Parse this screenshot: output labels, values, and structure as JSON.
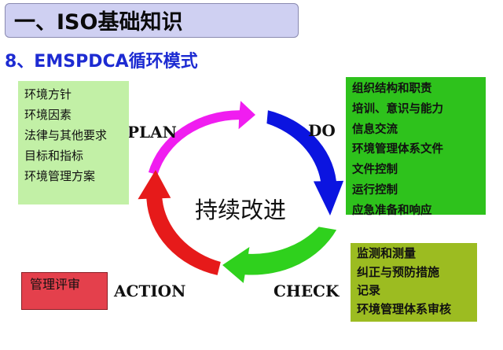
{
  "title": "一、ISO基础知识",
  "subtitle": "8、EMSPDCA循环模式",
  "center_text": "持续改进",
  "phases": {
    "plan": "PLAN",
    "do": "DO",
    "check": "CHECK",
    "action": "ACTION"
  },
  "plan_items": [
    "环境方针",
    "环境因素",
    "法律与其他要求",
    "目标和指标",
    "环境管理方案"
  ],
  "do_items": [
    "组织结构和职责",
    "培训、意识与能力",
    "信息交流",
    "环境管理体系文件",
    "文件控制",
    "运行控制",
    "应急准备和响应"
  ],
  "check_items": [
    "监测和测量",
    "纠正与预防措施",
    "记录",
    "环境管理体系审核"
  ],
  "action_items": [
    "管理评审"
  ],
  "colors": {
    "plan_arrow": "#f01df0",
    "do_arrow": "#0b14e0",
    "check_arrow": "#2fd11d",
    "action_arrow": "#e61a1a",
    "plan_box": "#c2f0a6",
    "do_box": "#2ec21c",
    "check_box": "#9cbc21",
    "action_box": "#e4404c"
  }
}
